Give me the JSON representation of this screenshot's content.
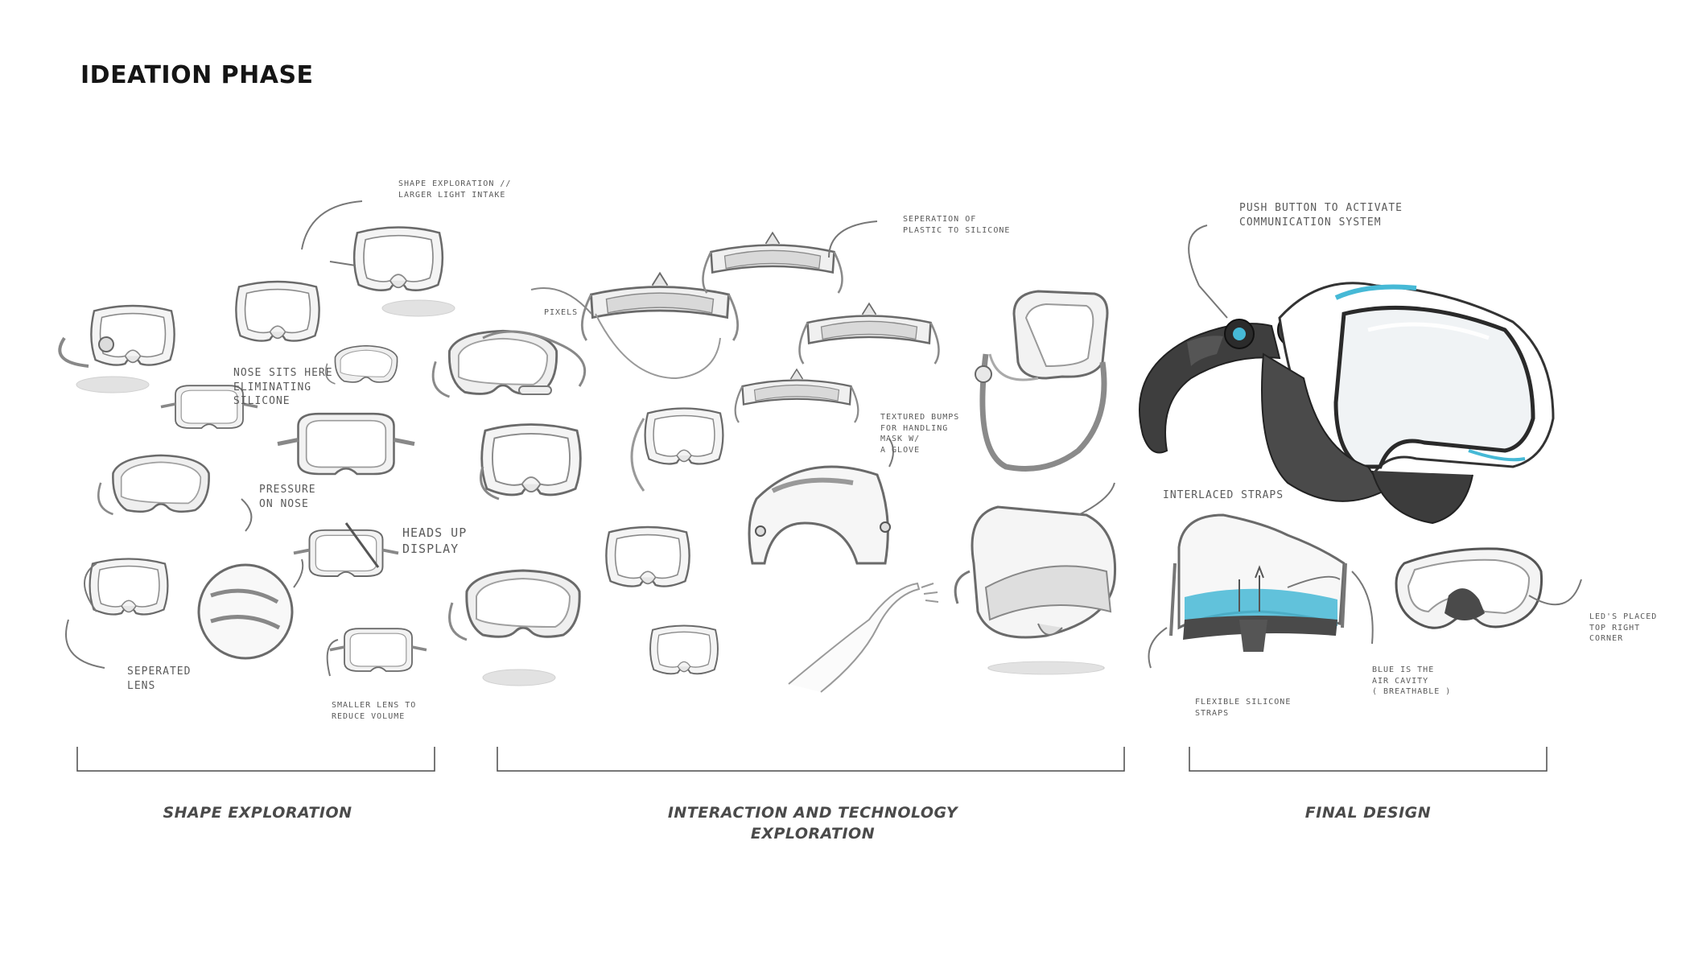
{
  "page": {
    "title": "IDEATION PHASE"
  },
  "annotations": {
    "shape_larger_intake": "SHAPE EXPLORATION //\nLARGER LIGHT INTAKE",
    "nose_sits": "NOSE SITS HERE\nELIMINATING\nSILICONE",
    "pressure_nose": "PRESSURE\nON NOSE",
    "heads_up": "HEADS UP\nDISPLAY",
    "seperated_lens": "SEPERATED\nLENS",
    "smaller_lens": "SMALLER LENS TO\nREDUCE VOLUME",
    "pixels": "PIXELS",
    "seperation_plastic": "SEPERATION OF\nPLASTIC TO SILICONE",
    "textured_bumps": "TEXTURED BUMPS\nFOR HANDLING\nMASK W/\nA GLOVE",
    "push_button": "PUSH BUTTON TO ACTIVATE\nCOMMUNICATION SYSTEM",
    "interlaced_straps": "INTERLACED STRAPS",
    "flexible_silicone": "FLEXIBLE SILICONE\nSTRAPS",
    "blue_air_cavity": "BLUE IS THE\nAIR CAVITY\n( BREATHABLE )",
    "leds_placed": "LED'S PLACED\nTOP RIGHT\nCORNER"
  },
  "sections": {
    "shape": {
      "label": "SHAPE EXPLORATION"
    },
    "interaction": {
      "line1": "INTERACTION AND TECHNOLOGY",
      "line2": "EXPLORATION"
    },
    "final": {
      "label": "FINAL DESIGN"
    }
  },
  "colors": {
    "accent_blue": "#46b9d6",
    "sketch_stroke": "#777777",
    "mask_dark": "#3a3a3a"
  }
}
